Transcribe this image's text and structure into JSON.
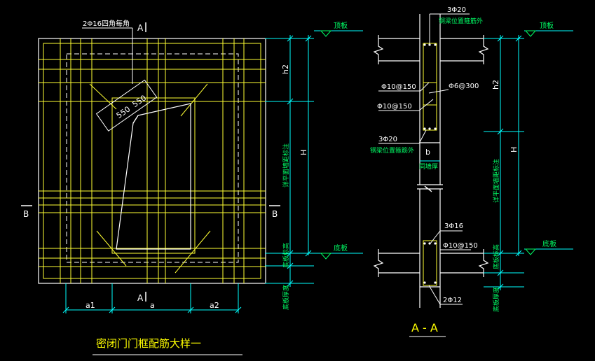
{
  "colors": {
    "background": "#000000",
    "rebar": "#ffff33",
    "outline": "#ffffff",
    "dimension": "#00ffff",
    "annotation": "#00ff66",
    "title": "#ffff00"
  },
  "left_elevation": {
    "label_corner_rebar": "2Φ16四角每角",
    "section_A_top": "A",
    "section_A_bottom": "A",
    "section_B_left": "B",
    "section_B_right": "B",
    "dim_550_a": "550",
    "dim_550_b": "550",
    "dim_a1": "a1",
    "dim_a": "a",
    "dim_a2": "a2",
    "dim_h2": "h2",
    "dim_H": "H",
    "level_top": "顶板",
    "level_bottom": "底板",
    "note_wall_distance": "详平面墙距标注",
    "note_bottom_level": "底板标高",
    "note_floor": "底板厚度",
    "title": "密闭门门框配筋大样一"
  },
  "right_section": {
    "rebar_top": "3Φ20",
    "note_top": "钢梁位置箍筋外",
    "level_top": "顶板",
    "rebar_phi10_1": "Φ10@150",
    "rebar_phi6": "Φ6@300",
    "rebar_phi10_2": "Φ10@150",
    "rebar_mid": "3Φ20",
    "note_mid": "钢梁位置箍筋外",
    "dim_b": "b",
    "note_wall": "同墙厚",
    "dim_h2": "h2",
    "dim_H": "H",
    "note_wall_distance": "详平面墙距标注",
    "rebar_3phi16": "3Φ16",
    "rebar_phi10_3": "Φ10@150",
    "level_bottom": "底板",
    "note_bottom_level": "底板标高",
    "rebar_2phi12": "2Φ12",
    "note_floor": "底板厚度",
    "section_title": "A - A"
  }
}
